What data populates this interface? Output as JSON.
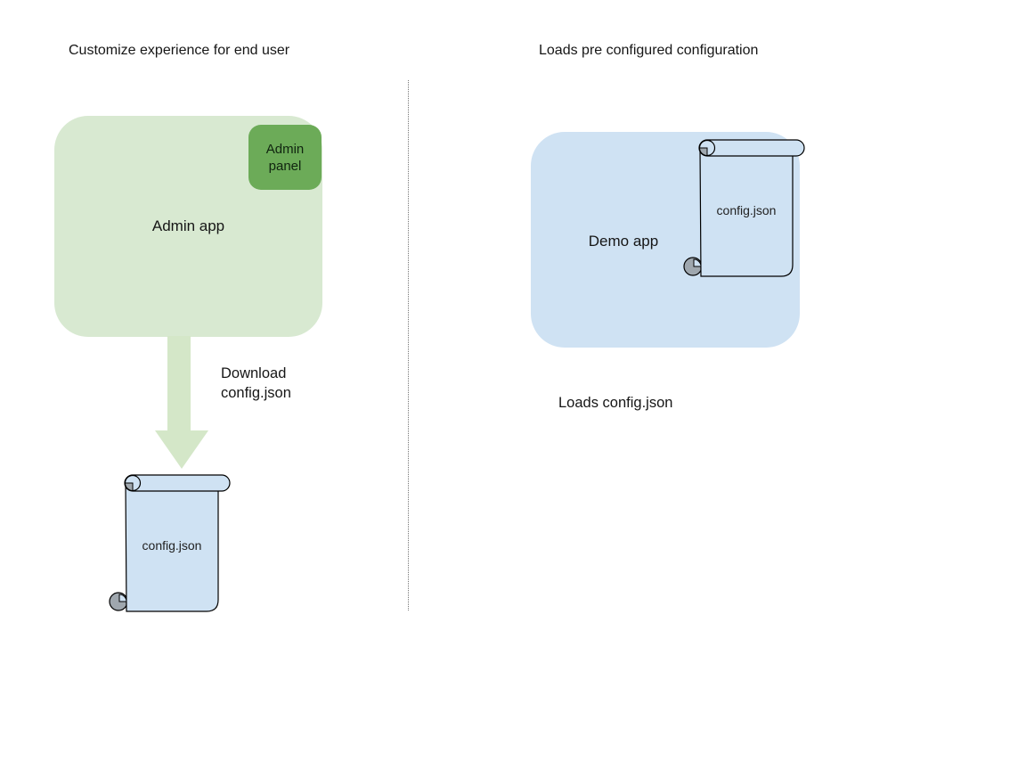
{
  "colors": {
    "background": "#ffffff",
    "admin_app_fill": "#d8e9d1",
    "admin_panel_fill": "#6cab58",
    "arrow_fill": "#d4e7c8",
    "scroll_fill": "#cfe2f3",
    "demo_app_fill": "#cfe2f3",
    "curl_gray": "#9fa7ae",
    "outline": "#000000",
    "divider_gray": "#777777",
    "text": "#161616"
  },
  "left_section": {
    "title": "Customize experience for end user",
    "admin_app_label": "Admin app",
    "admin_panel_label": "Admin panel",
    "download_label_line1": "Download",
    "download_label_line2": "config.json",
    "config_file_label": "config.json"
  },
  "right_section": {
    "title": "Loads pre configured configuration",
    "demo_app_label": "Demo app",
    "config_file_label": "config.json",
    "caption": "Loads config.json"
  }
}
